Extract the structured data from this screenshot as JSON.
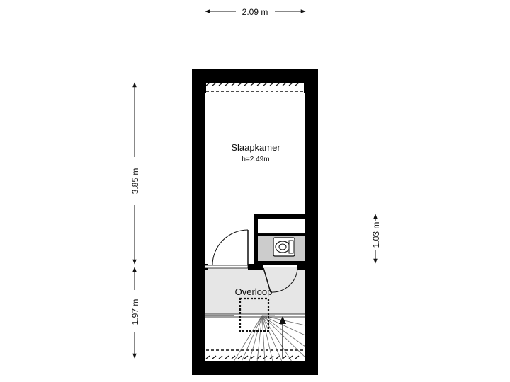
{
  "dimensions": {
    "top_width": "2.09 m",
    "left_upper": "3.85 m",
    "left_lower": "1.97 m",
    "right_side": "1.03 m"
  },
  "rooms": {
    "bedroom": {
      "name": "Slaapkamer",
      "height": "h=2.49m"
    },
    "landing": {
      "name": "Overloop"
    }
  },
  "colors": {
    "wall": "#000000",
    "floor": "#ffffff",
    "landing_floor": "#e6e6e6",
    "wet_area": "#cccccc",
    "dimension_line": "#111111"
  }
}
